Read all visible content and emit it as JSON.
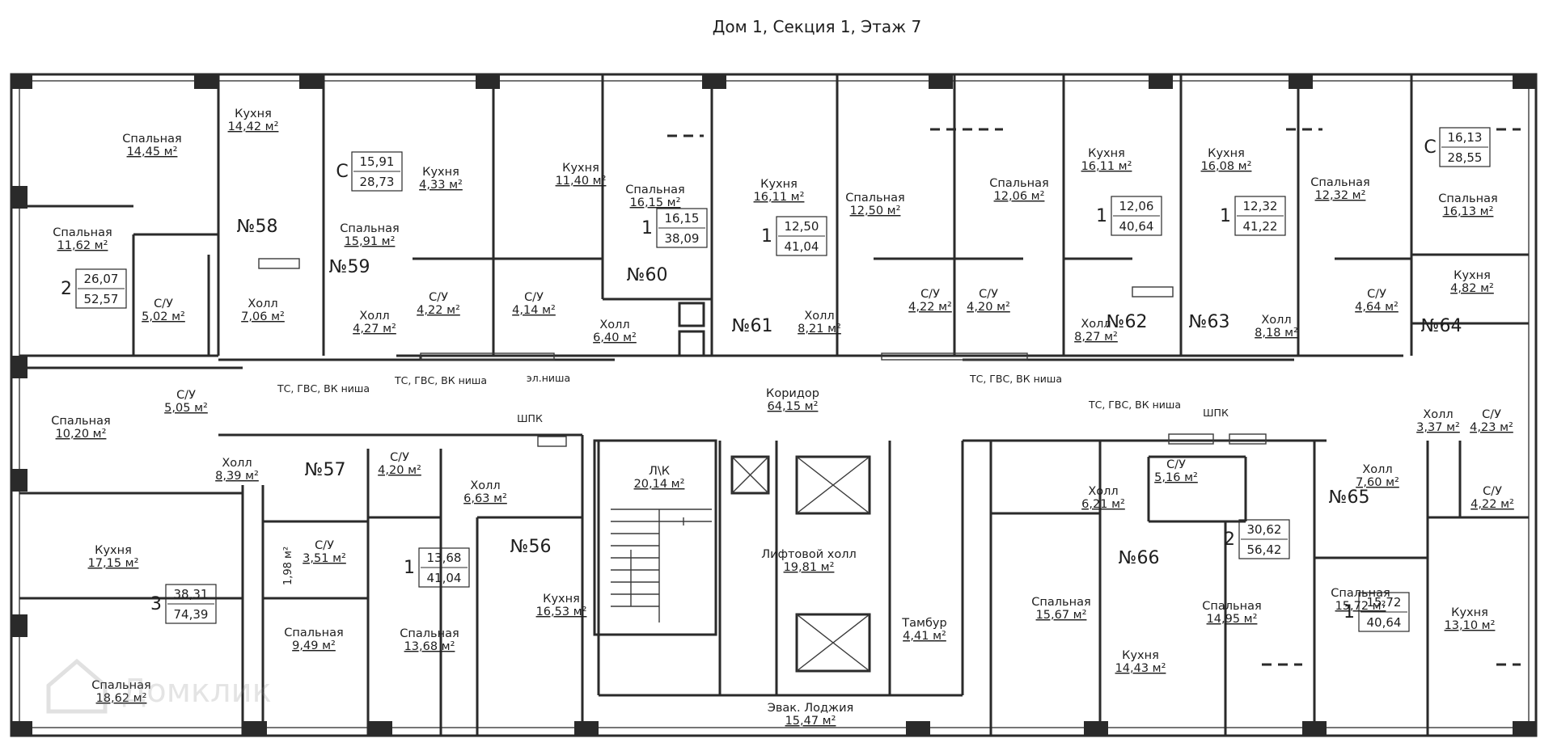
{
  "title": "Дом 1, Секция 1, Этаж 7",
  "watermark": "Домклик",
  "colors": {
    "ink": "#1e1e1e",
    "wall": "#2a2a2a",
    "background": "#ffffff"
  },
  "apartments": [
    {
      "number": "№58",
      "rooms": "2",
      "living": "26,07",
      "total": "52,57"
    },
    {
      "number": "№59",
      "rooms": "С",
      "living": "15,91",
      "total": "28,73"
    },
    {
      "number": "№60",
      "rooms": "1",
      "living": "16,15",
      "total": "38,09"
    },
    {
      "number": "№61",
      "rooms": "1",
      "living": "12,50",
      "total": "41,04"
    },
    {
      "number": "№62",
      "rooms": "1",
      "living": "12,06",
      "total": "40,64"
    },
    {
      "number": "№63",
      "rooms": "1",
      "living": "12,32",
      "total": "41,22"
    },
    {
      "number": "№64",
      "rooms": "С",
      "living": "16,13",
      "total": "28,55"
    },
    {
      "number": "№57",
      "rooms": "3",
      "living": "38,31",
      "total": "74,39"
    },
    {
      "number": "№56",
      "rooms": "1",
      "living": "13,68",
      "total": "41,04"
    },
    {
      "number": "№66",
      "rooms": "2",
      "living": "30,62",
      "total": "56,42"
    },
    {
      "number": "№65",
      "rooms": "1",
      "living": "15,72",
      "total": "40,64"
    }
  ],
  "rooms": [
    {
      "name": "Спальная",
      "area": "14,45 м²"
    },
    {
      "name": "Кухня",
      "area": "14,42 м²"
    },
    {
      "name": "Спальная",
      "area": "11,62 м²"
    },
    {
      "name": "С/У",
      "area": "5,02 м²"
    },
    {
      "name": "Холл",
      "area": "7,06 м²"
    },
    {
      "name": "Кухня",
      "area": "4,33 м²"
    },
    {
      "name": "Спальная",
      "area": "15,91 м²"
    },
    {
      "name": "С/У",
      "area": "4,22 м²"
    },
    {
      "name": "Холл",
      "area": "4,27 м²"
    },
    {
      "name": "Кухня",
      "area": "11,40 м²"
    },
    {
      "name": "С/У",
      "area": "4,14 м²"
    },
    {
      "name": "Спальная",
      "area": "16,15 м²"
    },
    {
      "name": "Холл",
      "area": "6,40 м²"
    },
    {
      "name": "Кухня",
      "area": "16,11 м²"
    },
    {
      "name": "Холл",
      "area": "8,21 м²"
    },
    {
      "name": "Спальная",
      "area": "12,50 м²"
    },
    {
      "name": "С/У",
      "area": "4,22 м²"
    },
    {
      "name": "Спальная",
      "area": "12,06 м²"
    },
    {
      "name": "С/У",
      "area": "4,20 м²"
    },
    {
      "name": "Кухня",
      "area": "16,11 м²"
    },
    {
      "name": "Холл",
      "area": "8,27 м²"
    },
    {
      "name": "Кухня",
      "area": "16,08 м²"
    },
    {
      "name": "Холл",
      "area": "8,18 м²"
    },
    {
      "name": "Спальная",
      "area": "12,32 м²"
    },
    {
      "name": "С/У",
      "area": "4,64 м²"
    },
    {
      "name": "Спальная",
      "area": "16,13 м²"
    },
    {
      "name": "Кухня",
      "area": "4,82 м²"
    },
    {
      "name": "Холл",
      "area": "3,37 м²"
    },
    {
      "name": "С/У",
      "area": "4,23 м²"
    },
    {
      "name": "Спальная",
      "area": "10,20 м²"
    },
    {
      "name": "С/У",
      "area": "5,05 м²"
    },
    {
      "name": "Холл",
      "area": "8,39 м²"
    },
    {
      "name": "Кухня",
      "area": "17,15 м²"
    },
    {
      "name": "С/У",
      "area": "3,51 м²"
    },
    {
      "name": "Спальная",
      "area": "9,49 м²"
    },
    {
      "name": "Спальная",
      "area": "18,62 м²"
    },
    {
      "name": "С/У",
      "area": "4,20 м²"
    },
    {
      "name": "Холл",
      "area": "6,63 м²"
    },
    {
      "name": "Кухня",
      "area": "16,53 м²"
    },
    {
      "name": "Спальная",
      "area": "13,68 м²"
    },
    {
      "name": "Л\\К",
      "area": "20,14 м²"
    },
    {
      "name": "Лифтовой холл",
      "area": "19,81 м²"
    },
    {
      "name": "Тамбур",
      "area": "4,41 м²"
    },
    {
      "name": "Эвак. Лоджия",
      "area": "15,47 м²"
    },
    {
      "name": "Коридор",
      "area": "64,15 м²"
    },
    {
      "name": "Холл",
      "area": "6,21 м²"
    },
    {
      "name": "С/У",
      "area": "5,16 м²"
    },
    {
      "name": "Спальная",
      "area": "15,67 м²"
    },
    {
      "name": "Спальная",
      "area": "14,95 м²"
    },
    {
      "name": "Кухня",
      "area": "14,43 м²"
    },
    {
      "name": "Холл",
      "area": "7,60 м²"
    },
    {
      "name": "С/У",
      "area": "4,22 м²"
    },
    {
      "name": "Спальная",
      "area": "15,72 м²"
    },
    {
      "name": "Кухня",
      "area": "13,10 м²"
    }
  ],
  "notes": {
    "niche": "ТС, ГВС, ВК ниша",
    "el_niche": "эл.ниша",
    "shpk": "ШПК",
    "dim_198": "1,98 м²"
  }
}
